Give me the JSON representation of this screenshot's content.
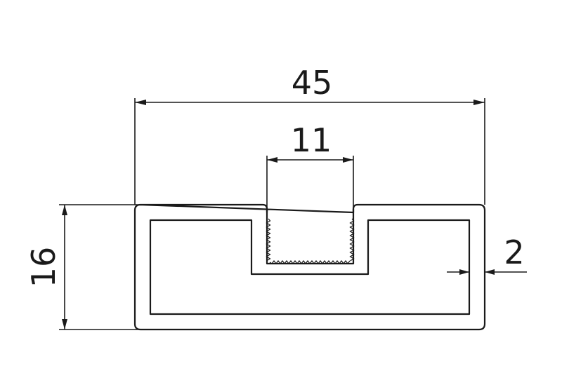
{
  "dimensions": {
    "overall_width": "45",
    "slot_width": "11",
    "height": "16",
    "wall_thickness": "2"
  },
  "colors": {
    "line": "#1a1a1a",
    "background": "#ffffff"
  }
}
